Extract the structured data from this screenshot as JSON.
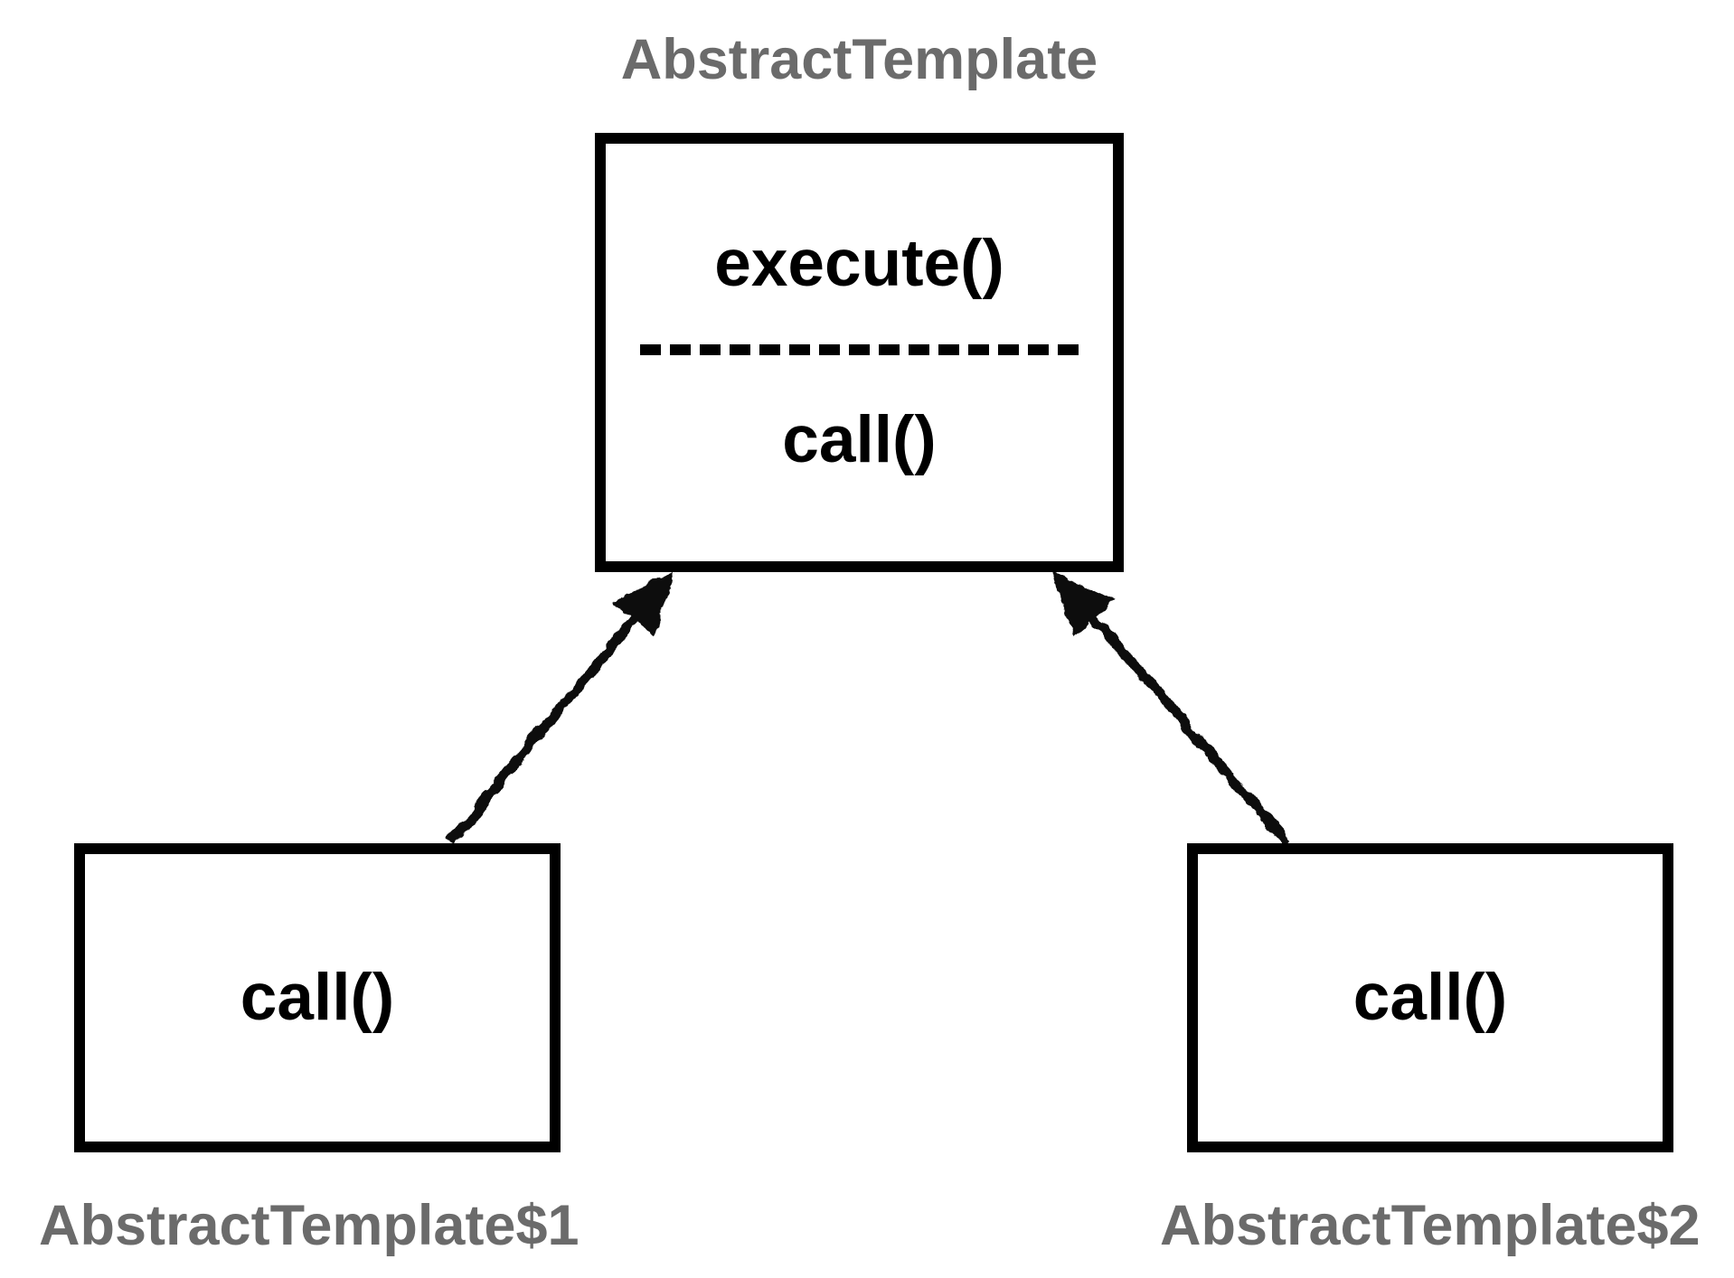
{
  "diagram": {
    "type": "uml-class-inheritance",
    "background": "#ffffff",
    "label_color": "#6b6b6b",
    "line_color": "#000000",
    "parent": {
      "label": "AbstractTemplate",
      "method_top": "execute()",
      "method_bottom": "call()",
      "separator": "dashed"
    },
    "subclasses": [
      {
        "label": "AbstractTemplate$1",
        "method": "call()"
      },
      {
        "label": "AbstractTemplate$2",
        "method": "call()"
      }
    ],
    "relations": [
      {
        "from": "AbstractTemplate$1",
        "to": "AbstractTemplate",
        "kind": "inheritance-arrow"
      },
      {
        "from": "AbstractTemplate$2",
        "to": "AbstractTemplate",
        "kind": "inheritance-arrow"
      }
    ]
  }
}
